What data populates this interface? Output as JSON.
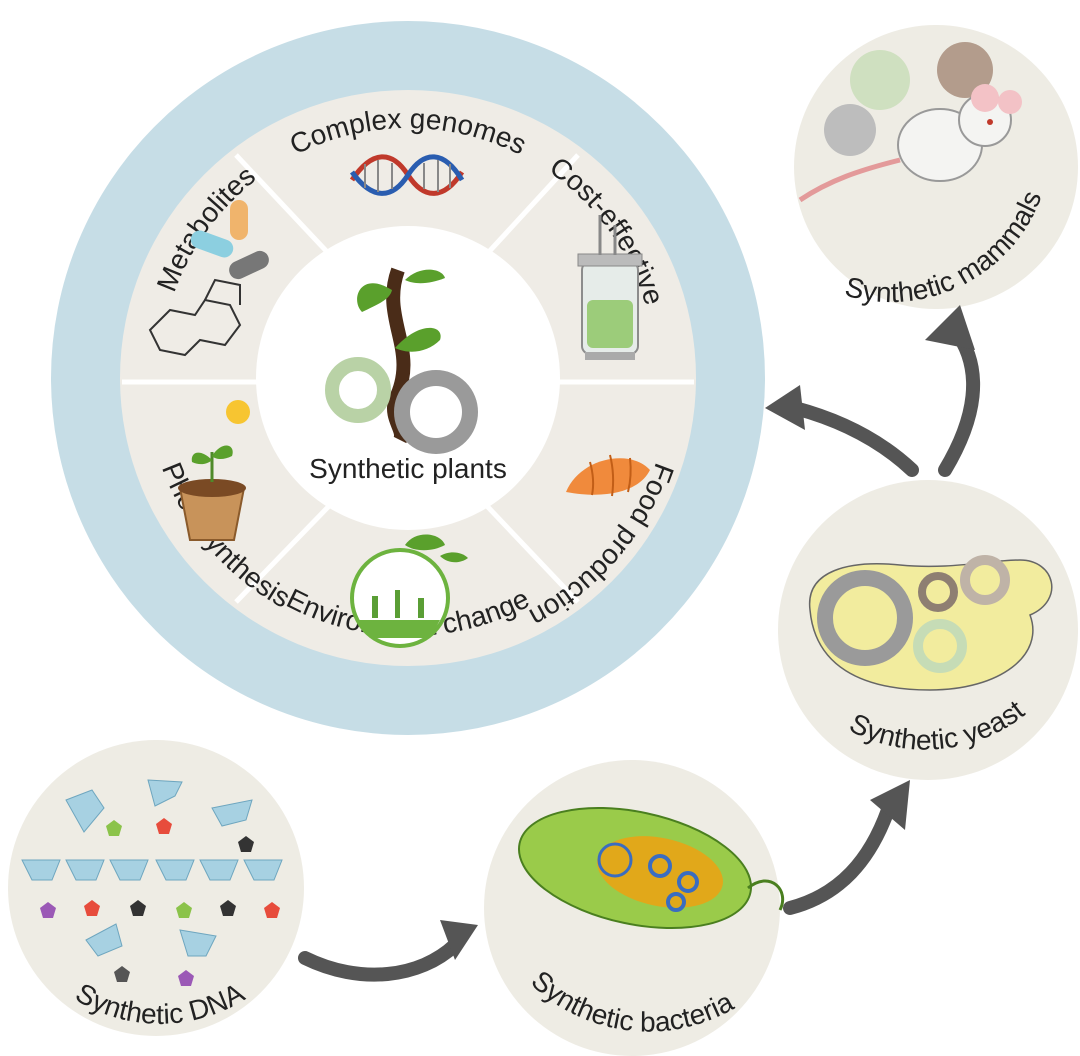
{
  "center": {
    "label": "Synthetic plants"
  },
  "ring": {
    "top": "Complex genomes",
    "top_right": "Cost-effective",
    "bottom_right": "Food production",
    "bottom": "Environment change",
    "bottom_left": "Photosynthesis",
    "top_left": "Metabolites"
  },
  "nodes": {
    "mammals": "Synthetic mammals",
    "yeast": "Synthetic yeast",
    "bacteria": "Synthetic bacteria",
    "dna": "Synthetic DNA"
  },
  "colors": {
    "ring": "#c6dde6",
    "segment_bg": "#efece6",
    "node_bg": "#eeece4",
    "arrow": "#555555",
    "leaf": "#5aa02c",
    "gear_gray": "#9a9a9a",
    "gear_green": "#b9d2a6"
  }
}
